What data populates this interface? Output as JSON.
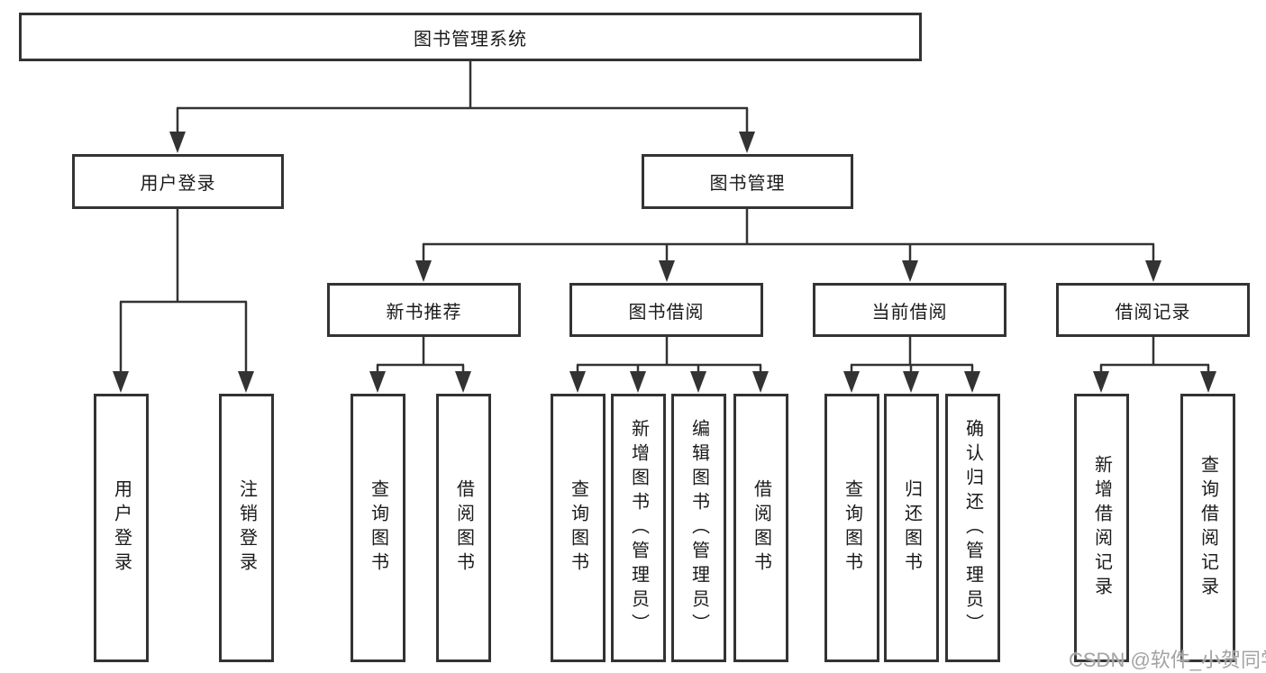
{
  "diagram": {
    "root": {
      "label": "图书管理系统"
    },
    "branches": [
      {
        "label": "用户登录",
        "children": [
          {
            "label": "用户登录"
          },
          {
            "label": "注销登录"
          }
        ]
      },
      {
        "label": "图书管理",
        "children": [
          {
            "label": "新书推荐",
            "children": [
              {
                "label": "查询图书"
              },
              {
                "label": "借阅图书"
              }
            ]
          },
          {
            "label": "图书借阅",
            "children": [
              {
                "label": "查询图书"
              },
              {
                "label": "新增图书（管理员）"
              },
              {
                "label": "编辑图书（管理员）"
              },
              {
                "label": "借阅图书"
              }
            ]
          },
          {
            "label": "当前借阅",
            "children": [
              {
                "label": "查询图书"
              },
              {
                "label": "归还图书"
              },
              {
                "label": "确认归还（管理员）"
              }
            ]
          },
          {
            "label": "借阅记录",
            "children": [
              {
                "label": "新增借阅记录"
              },
              {
                "label": "查询借阅记录"
              }
            ]
          }
        ]
      }
    ],
    "watermark": "CSDN @软件_小贺同学",
    "colors": {
      "line": "#333333",
      "border": "#333333",
      "text": "#1a1a1a",
      "watermark": "#a3a3a3",
      "background": "#ffffff"
    }
  }
}
